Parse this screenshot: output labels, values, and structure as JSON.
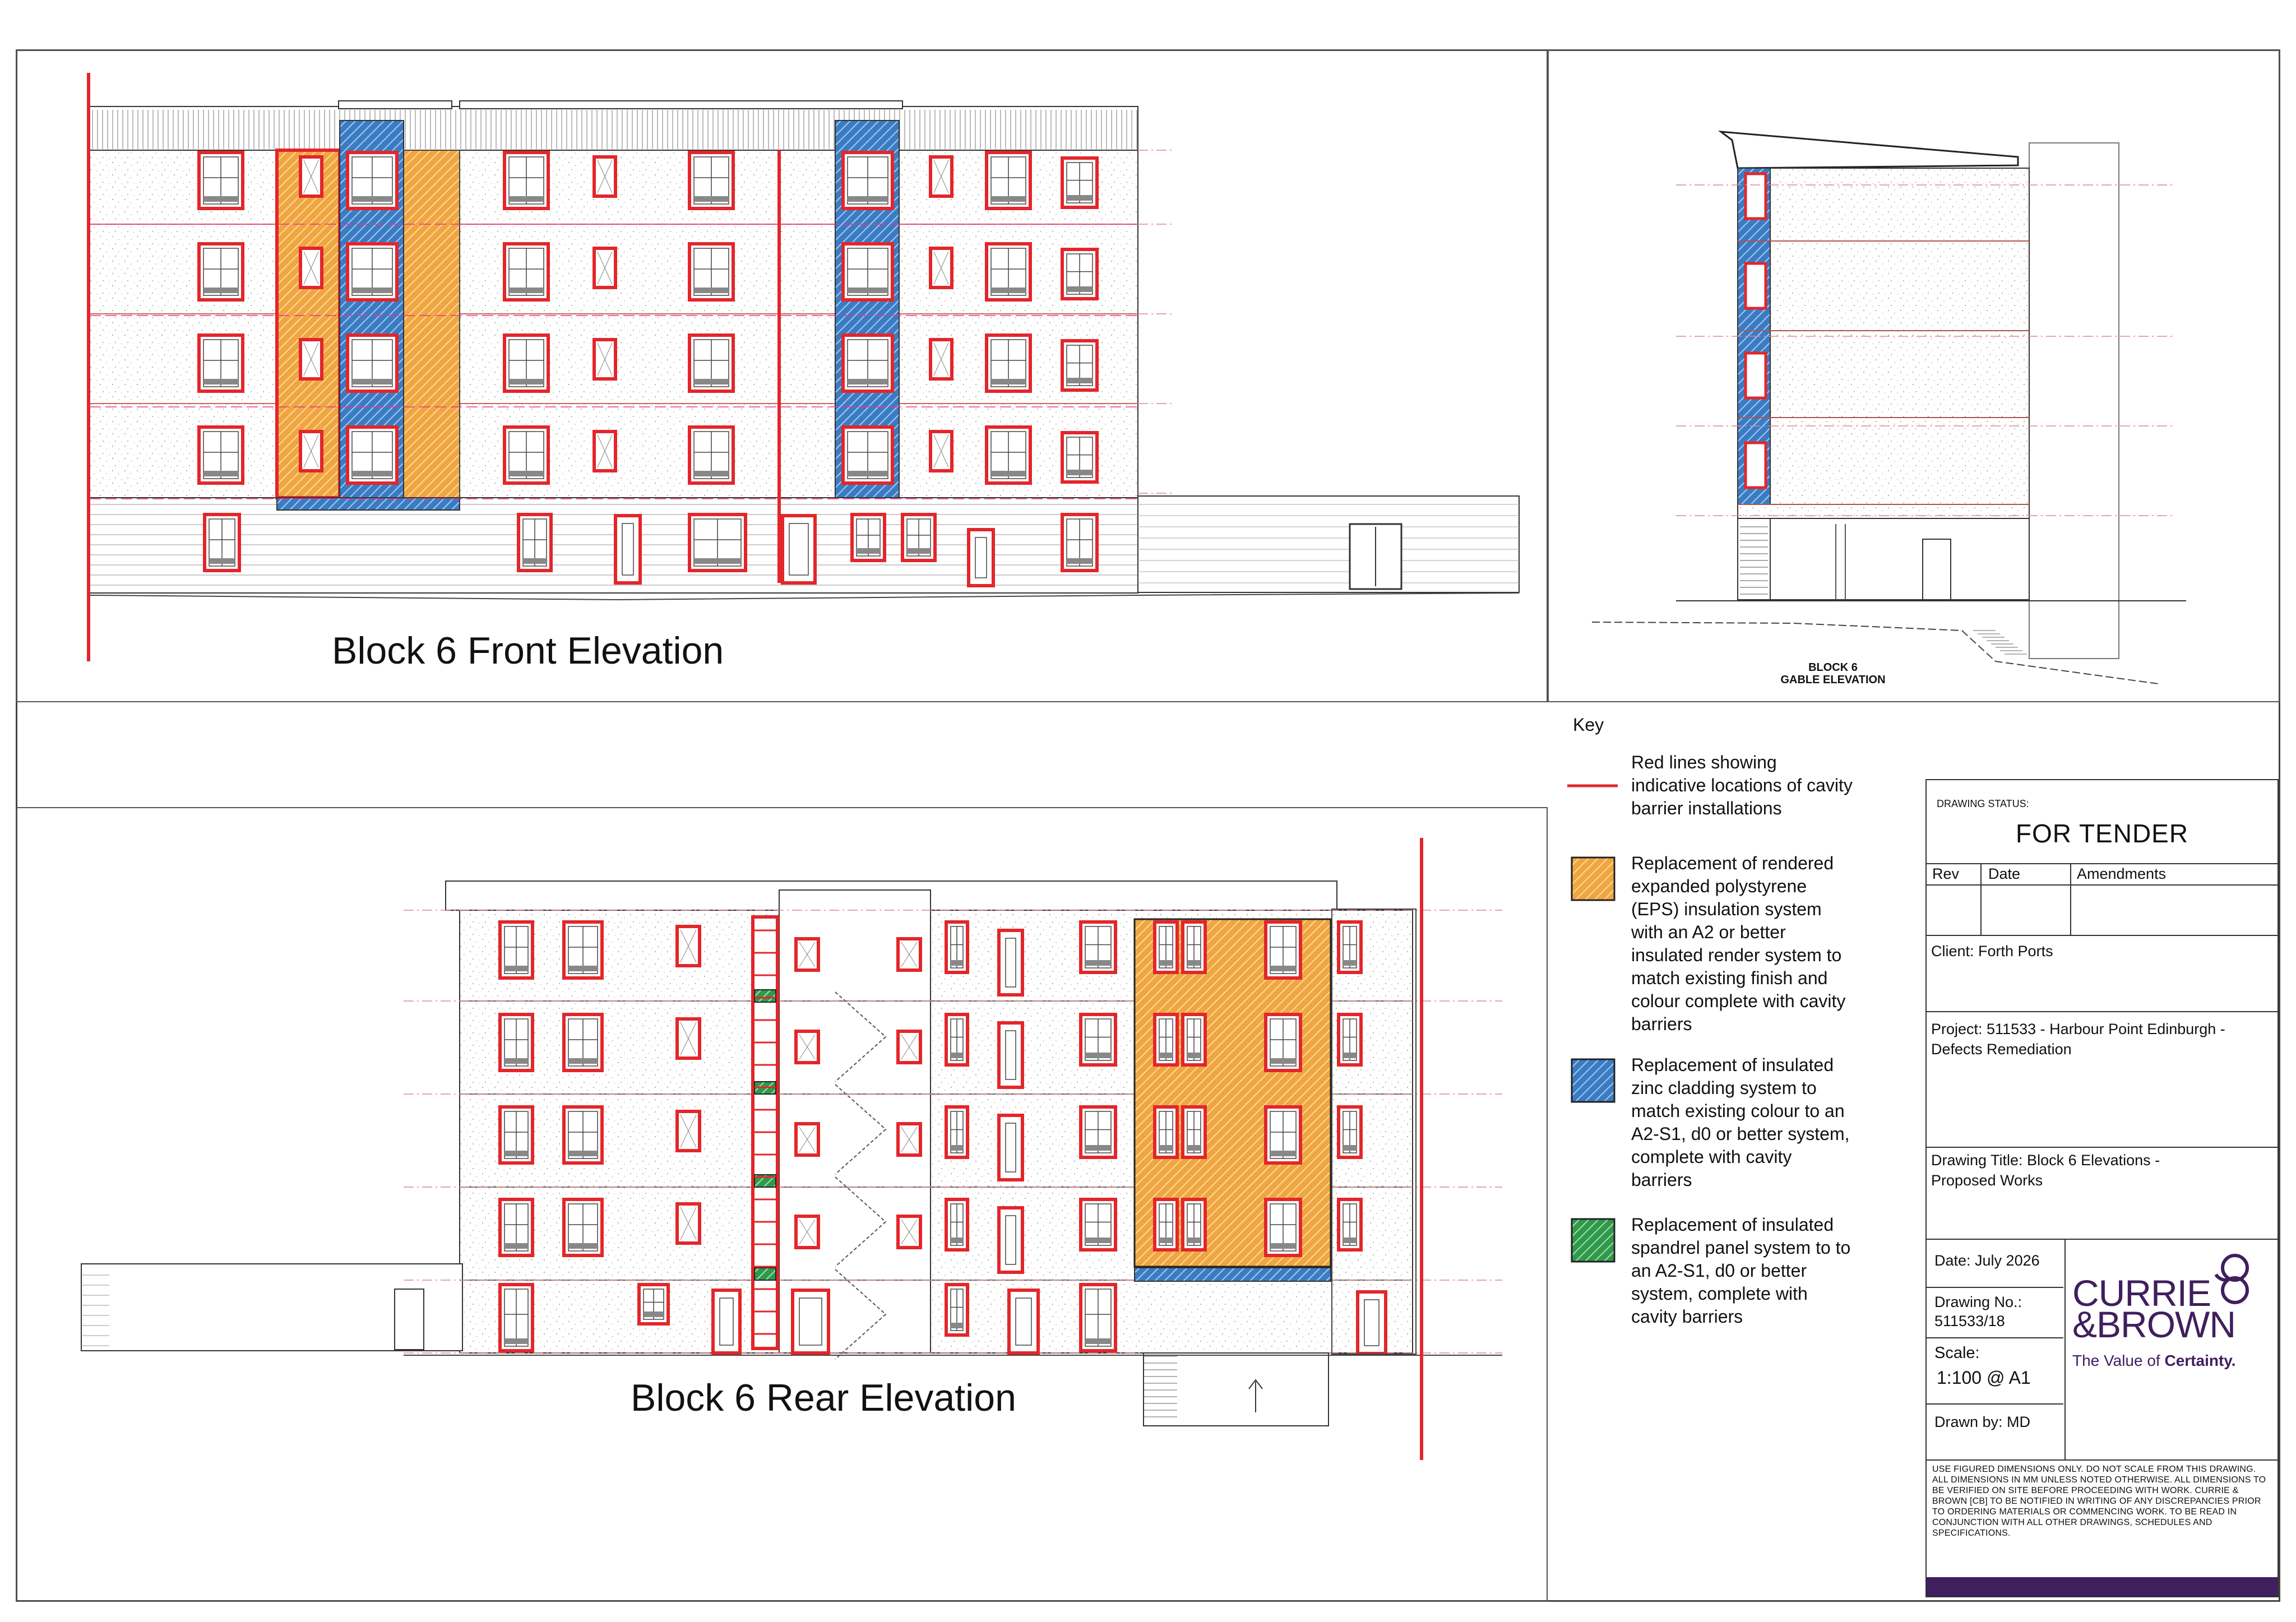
{
  "sheet": {
    "front_title": "Block 6 Front Elevation",
    "rear_title": "Block 6 Rear Elevation",
    "gable_title_line1": "BLOCK 6",
    "gable_title_line2": "GABLE ELEVATION"
  },
  "key": {
    "heading": "Key",
    "items": [
      {
        "swatch": "red-line",
        "text": "Red lines showing indicative locations of cavity barrier installations"
      },
      {
        "swatch": "orange-hatch",
        "text": "Replacement of rendered expanded polystyrene (EPS) insulation system with an A2 or better insulated render system to match existing finish and colour complete with cavity barriers"
      },
      {
        "swatch": "blue-hatch",
        "text": "Replacement of insulated zinc cladding system to match existing colour to an A2-S1, d0 or better system, complete with cavity barriers"
      },
      {
        "swatch": "green-hatch",
        "text": "Replacement of insulated spandrel panel system to to an A2-S1, d0 or better system, complete with cavity barriers"
      }
    ]
  },
  "title_block": {
    "status_label": "DRAWING STATUS:",
    "status": "FOR TENDER",
    "rev_label": "Rev",
    "date_label": "Date",
    "amendments_label": "Amendments",
    "client": "Client: Forth Ports",
    "project": "Project: 511533 - Harbour Point Edinburgh - Defects Remediation",
    "drawing_title": "Drawing Title: Block 6 Elevations - Proposed Works",
    "date": "Date: July 2026",
    "drawing_no_label": "Drawing No.:",
    "drawing_no": "511533/18",
    "scale_label": "Scale:",
    "scale": "1:100 @ A1",
    "drawn_by": "Drawn by: MD",
    "logo_line1": "CURRIE",
    "logo_line2": "&BROWN",
    "tagline_prefix": "The Value of ",
    "tagline_bold": "Certainty.",
    "disclaimer": "USE FIGURED DIMENSIONS ONLY. DO NOT SCALE FROM THIS DRAWING. ALL DIMENSIONS IN MM UNLESS NOTED OTHERWISE. ALL DIMENSIONS TO BE VERIFIED ON SITE BEFORE PROCEEDING WITH WORK. CURRIE & BROWN [CB] TO BE NOTIFIED IN WRITING OF ANY DISCREPANCIES PRIOR TO ORDERING MATERIALS OR COMMENCING WORK. TO BE READ IN CONJUNCTION WITH ALL OTHER DRAWINGS, SCHEDULES AND SPECIFICATIONS."
  },
  "colors": {
    "cavity_barrier_red": "#e3262b",
    "eps_orange": "#f0a640",
    "zinc_blue": "#3a7cc4",
    "spandrel_green": "#2f9a4a",
    "brand_purple": "#3f1f5e"
  }
}
